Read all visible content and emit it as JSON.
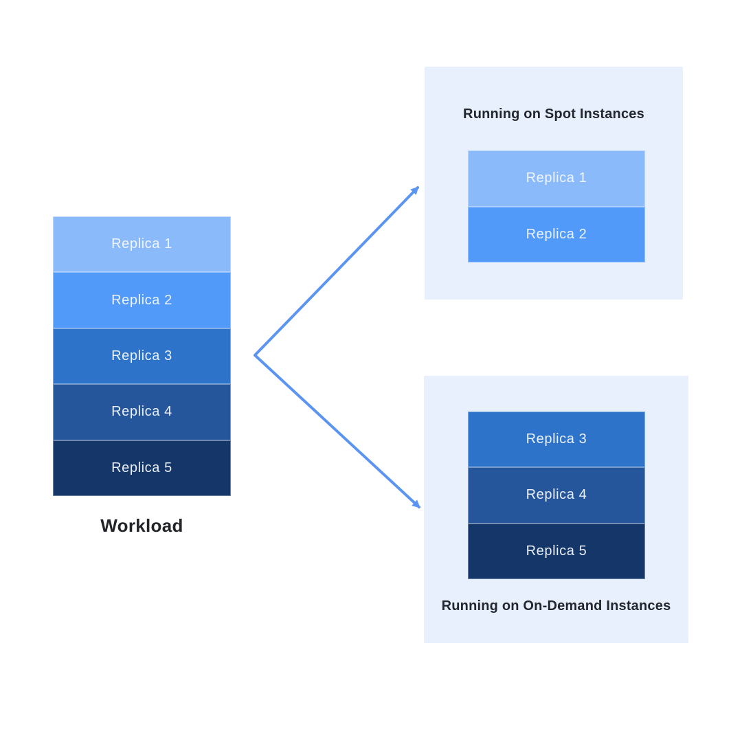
{
  "diagram": {
    "workload": {
      "label": "Workload",
      "replicas": [
        {
          "label": "Replica 1",
          "color": "#8BBAFA"
        },
        {
          "label": "Replica 2",
          "color": "#529AFA"
        },
        {
          "label": "Replica 3",
          "color": "#2D73C9"
        },
        {
          "label": "Replica 4",
          "color": "#25569B"
        },
        {
          "label": "Replica 5",
          "color": "#143669"
        }
      ]
    },
    "spot_panel": {
      "title": "Running on Spot Instances",
      "replicas": [
        {
          "label": "Replica 1",
          "color": "#8BBAFA"
        },
        {
          "label": "Replica 2",
          "color": "#529AFA"
        }
      ]
    },
    "ondemand_panel": {
      "title": "Running on On-Demand Instances",
      "replicas": [
        {
          "label": "Replica 3",
          "color": "#2D73C9"
        },
        {
          "label": "Replica 4",
          "color": "#25569B"
        },
        {
          "label": "Replica 5",
          "color": "#143669"
        }
      ]
    },
    "colors": {
      "panel_background": "#E7F0FC",
      "arrow": "#5B94F1",
      "title_text": "#24262E",
      "replica_text": "#F4F8FE"
    }
  }
}
